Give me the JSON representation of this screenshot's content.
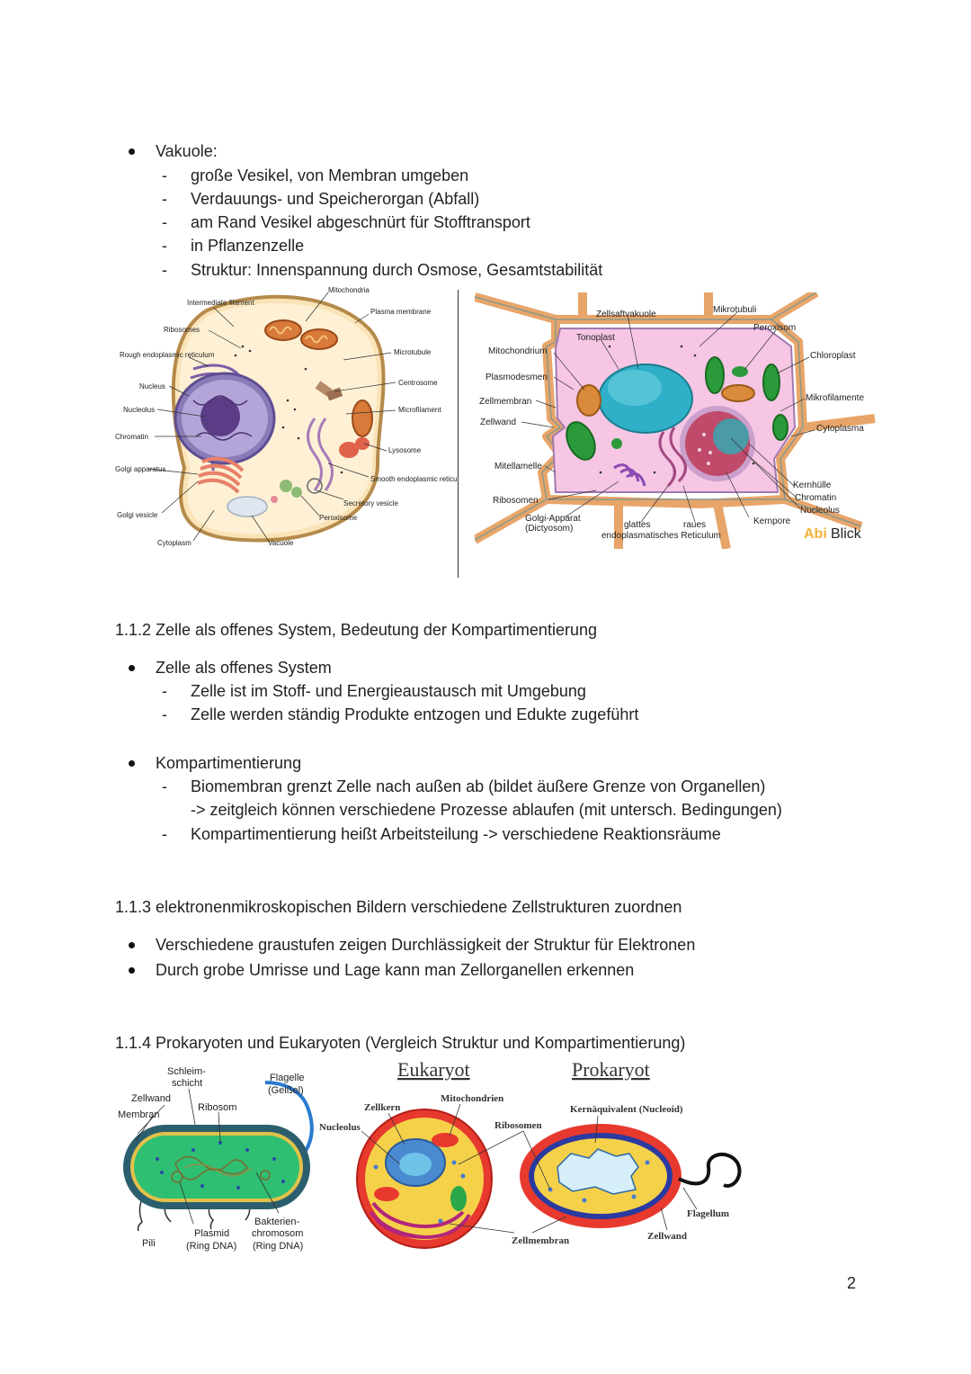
{
  "vakuole": {
    "title": "Vakuole:",
    "items": [
      "große Vesikel, von Membran umgeben",
      "Verdauungs- und Speicherorgan (Abfall)",
      "am Rand Vesikel abgeschnürt für Stofftransport",
      "in Pflanzenzelle",
      "Struktur: Innenspannung durch Osmose, Gesamtstabilität"
    ]
  },
  "animal_cell": {
    "labels": {
      "mitochondria": "Mitochondria",
      "intermediate": "Intermediate filament",
      "plasma": "Plasma membrane",
      "ribosomes": "Ribosomes",
      "rough_er": "Rough endoplasmic reticulum",
      "microtubule": "Microtubule",
      "centrosome": "Centrosome",
      "nucleus": "Nucleus",
      "nucleolus": "Nucleolus",
      "microfilament": "Microfilament",
      "chromatin": "Chromatin",
      "lysosome": "Lysosome",
      "golgi": "Golgi apparatus",
      "smooth_er": "Smooth endoplasmic reticulum",
      "secretory": "Secretory vesicle",
      "golgi_vesicle": "Golgi vesicle",
      "peroxisome": "Peroxisome",
      "cytoplasm": "Cytoplasm",
      "vacuole": "Vacuole"
    }
  },
  "plant_cell": {
    "labels": {
      "zellsaftvakuole": "Zellsaftvakuole",
      "mikrotubuli": "Mikrotubuli",
      "tonoplast": "Tonoplast",
      "peroxisom": "Peroxisom",
      "mitochondrium": "Mitochondrium",
      "chloroplast": "Chloroplast",
      "plasmodesmen": "Plasmodesmen",
      "mikrofilamente": "Mikrofilamente",
      "zellmembran": "Zellmembran",
      "zellwand": "Zellwand",
      "cytoplasma": "Cytoplasma",
      "mitellamelle": "Mitellamelle",
      "kernhuelle": "Kernhülle",
      "chromatin": "Chromatin",
      "nucleolus": "Nucleolus",
      "ribosomen": "Ribosomen",
      "kernpore": "Kernpore",
      "golgi": "Golgi-Apparat",
      "golgi2": "(Dictyosom)",
      "glattes": "glattes",
      "raues": "raues",
      "er": "endoplasmatisches Reticulum",
      "logo_a": "Abi",
      "logo_b": "Blick"
    }
  },
  "section112": {
    "heading": "1.1.2 Zelle als offenes System, Bedeutung der Kompartimentierung",
    "b1": "Zelle als offenes System",
    "b1_items": [
      "Zelle ist im Stoff- und Energieaustausch mit Umgebung",
      "Zelle werden ständig Produkte entzogen und Edukte zugeführt"
    ],
    "b2": "Kompartimentierung",
    "b2_item1": "Biomembran grenzt Zelle nach außen ab (bildet äußere Grenze von Organellen)",
    "b2_item1_cont": "-> zeitgleich können verschiedene Prozesse ablaufen (mit untersch. Bedingungen)",
    "b2_item2": "Kompartimentierung heißt Arbeitsteilung -> verschiedene Reaktionsräume"
  },
  "section113": {
    "heading": "1.1.3 elektronenmikroskopischen Bildern verschiedene Zellstrukturen zuordnen",
    "items": [
      "Verschiedene graustufen zeigen Durchlässigkeit der Struktur für Elektronen",
      "Durch grobe Umrisse und Lage kann man Zellorganellen erkennen"
    ]
  },
  "section114": {
    "heading": "1.1.4 Prokaryoten und Eukaryoten (Vergleich Struktur und Kompartimentierung)"
  },
  "bacterium": {
    "labels": {
      "schleim1": "Schleim-",
      "schleim2": "schicht",
      "flagelle1": "Flagelle",
      "flagelle2": "(Geißel)",
      "zellwand": "Zellwand",
      "membran": "Membran",
      "ribosom": "Ribosom",
      "pili": "Pili",
      "plasmid1": "Plasmid",
      "plasmid2": "(Ring DNA)",
      "chrom1": "Bakterien-",
      "chrom2": "chromosom",
      "chrom3": "(Ring DNA)"
    }
  },
  "compare": {
    "eukaryot": "Eukaryot",
    "prokaryot": "Prokaryot",
    "labels": {
      "mitochondrien": "Mitochondrien",
      "zellkern": "Zellkern",
      "nucleolus": "Nucleolus",
      "ribosomen": "Ribosomen",
      "kernaequivalent": "Kernäquivalent (Nucleoid)",
      "flagellum": "Flagellum",
      "zellmembran": "Zellmembran",
      "zellwand": "Zellwand"
    }
  },
  "page_number": "2"
}
